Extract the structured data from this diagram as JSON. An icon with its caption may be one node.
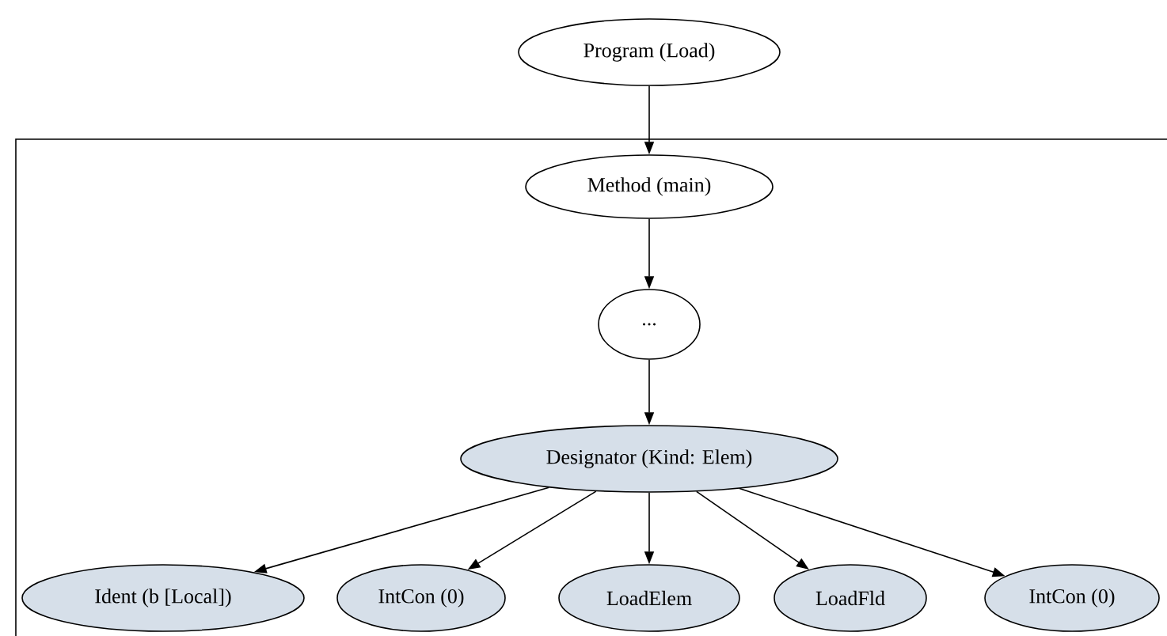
{
  "diagram": {
    "nodes": [
      {
        "text": [
          "Program (Load)"
        ]
      },
      {
        "text": [
          "Method (main)"
        ]
      },
      {
        "text": [
          "..."
        ]
      },
      {
        "text": [
          "Designator (Kind: Elem)"
        ]
      },
      {
        "text": [
          "Ident (b [Local])"
        ]
      },
      {
        "text": [
          "IntCon (0)"
        ]
      },
      {
        "text": [
          "LoadElem"
        ]
      },
      {
        "text": [
          "LoadFld"
        ]
      },
      {
        "text": [
          "IntCon (0)"
        ]
      }
    ],
    "edges": [
      {
        "from": 0,
        "to": 1,
        "arrow": "to"
      },
      {
        "from": 1,
        "to": 2,
        "arrow": "to"
      },
      {
        "from": 2,
        "to": 3,
        "arrow": "to"
      },
      {
        "from": 3,
        "to": 4,
        "arrow": "to"
      },
      {
        "from": 3,
        "to": 5,
        "arrow": "to"
      },
      {
        "from": 3,
        "to": 6,
        "arrow": "to"
      },
      {
        "from": 3,
        "to": 7,
        "arrow": "to"
      },
      {
        "from": 3,
        "to": 8,
        "arrow": "to"
      }
    ]
  }
}
